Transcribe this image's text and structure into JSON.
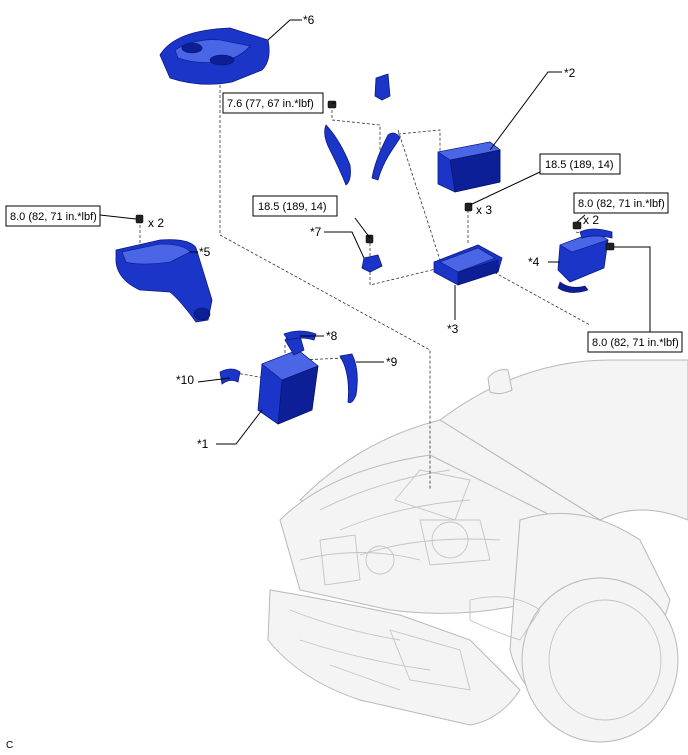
{
  "callouts": {
    "c1": "*1",
    "c2": "*2",
    "c3": "*3",
    "c4": "*4",
    "c5": "*5",
    "c6": "*6",
    "c7": "*7",
    "c8": "*8",
    "c9": "*9",
    "c10": "*10"
  },
  "torque_specs": {
    "t_top": "7.6 (77, 67 in.*lbf)",
    "t_battery": "18.5 (189, 14)",
    "t_bracket": "18.5 (189, 14)",
    "t_left": "8.0 (82, 71 in.*lbf)",
    "t_right_upper": "8.0 (82, 71 in.*lbf)",
    "t_right_lower": "8.0 (82, 71 in.*lbf)"
  },
  "quantities": {
    "q_left": "x 2",
    "q_battery": "x 3",
    "q_right": "x 2"
  },
  "figure_code": "C",
  "colors": {
    "part_blue": "#1c35c9",
    "car_body": "#f4f4f4"
  }
}
